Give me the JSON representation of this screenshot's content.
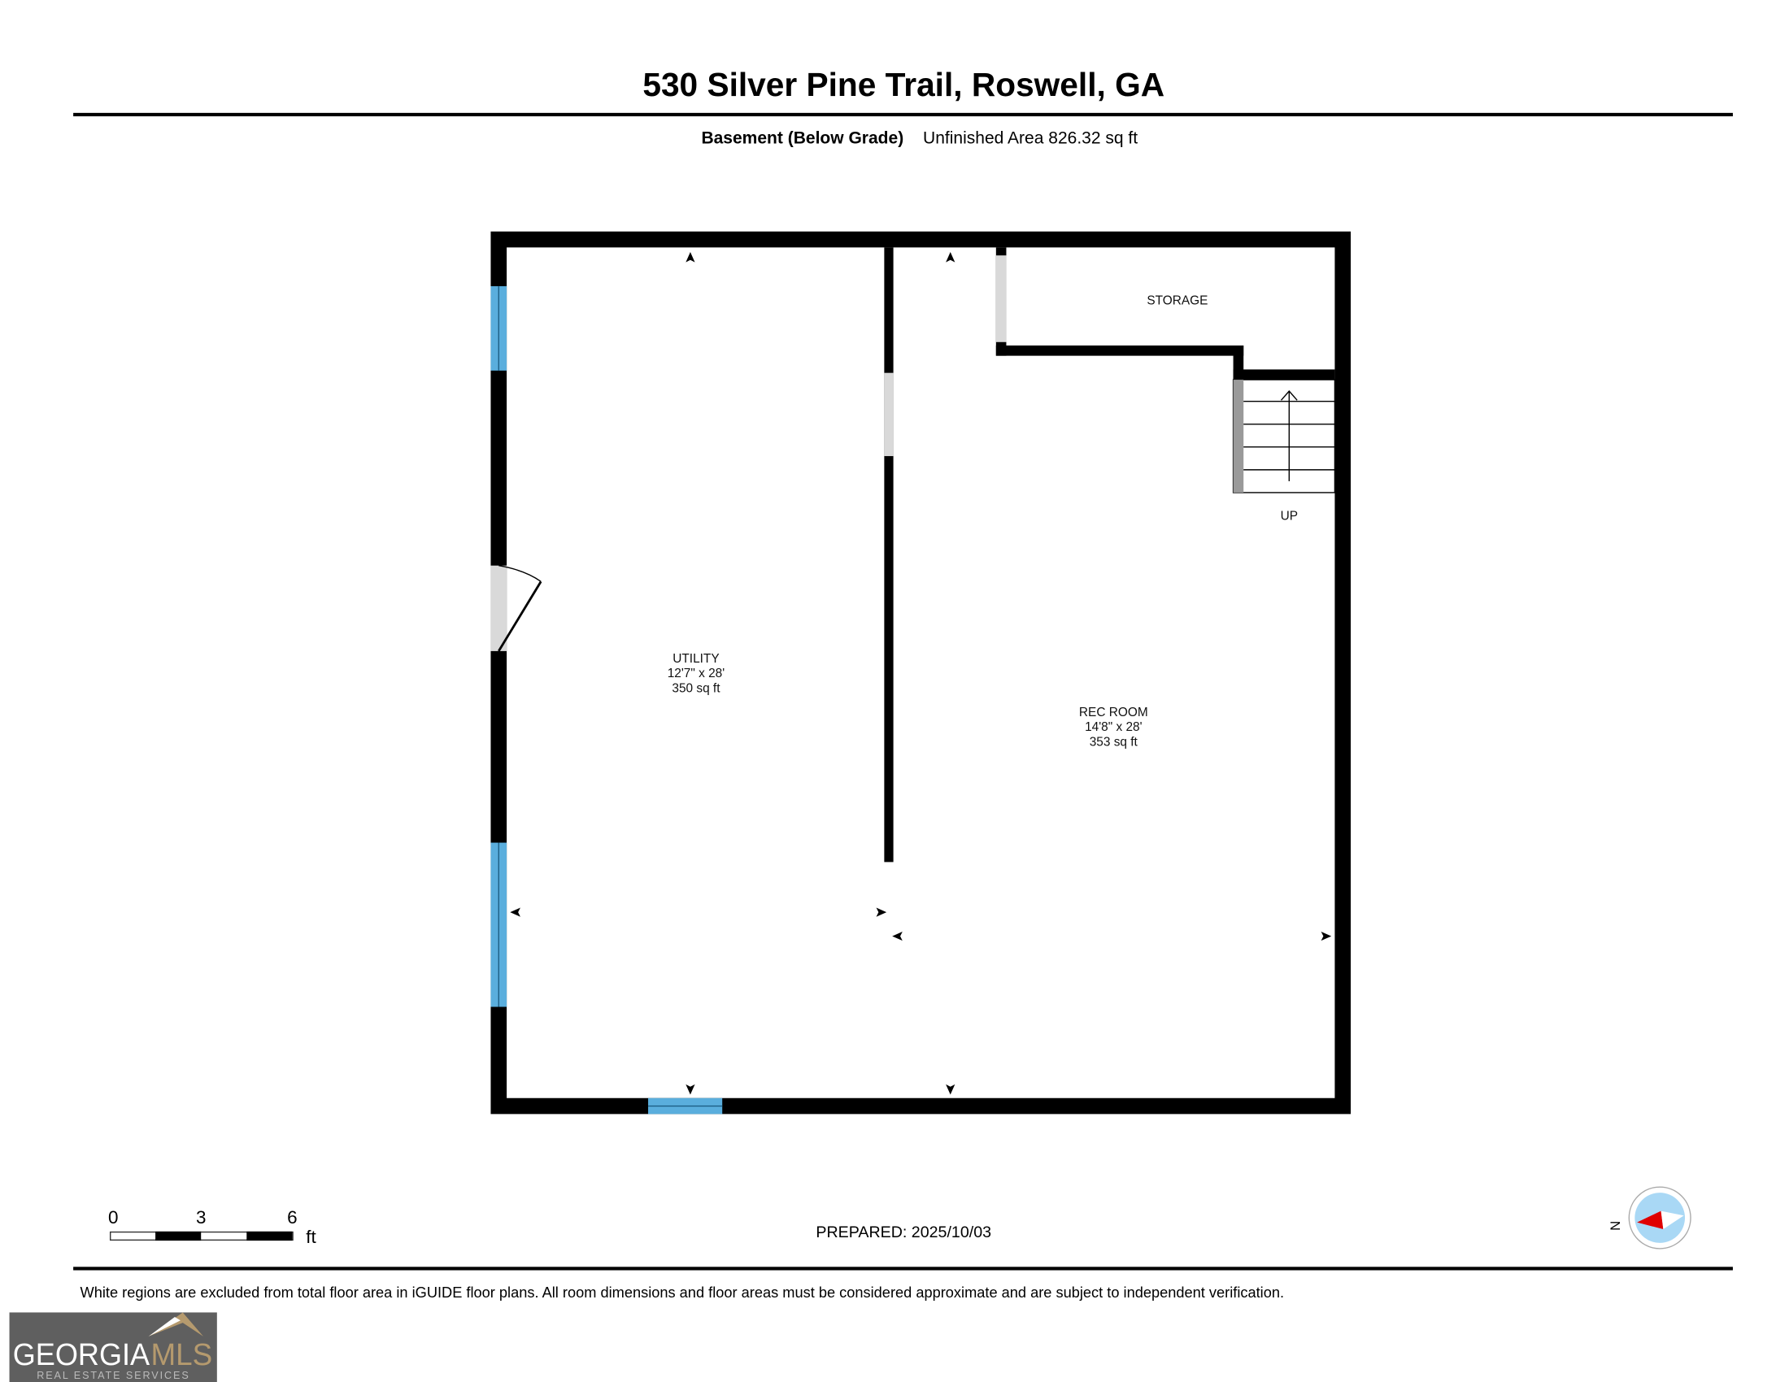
{
  "header": {
    "title": "530 Silver Pine Trail, Roswell, GA",
    "level": "Basement (Below Grade)",
    "area": "Unfinished Area 826.32 sq ft"
  },
  "rooms": {
    "storage": {
      "name": "STORAGE"
    },
    "stairs": {
      "label": "UP"
    },
    "utility": {
      "name": "UTILITY",
      "dims": "12'7\" x 28'",
      "area": "350 sq ft"
    },
    "rec_room": {
      "name": "REC ROOM",
      "dims": "14'8\" x 28'",
      "area": "353 sq ft"
    }
  },
  "scale_bar": {
    "ticks": [
      "0",
      "3",
      "6"
    ],
    "unit": "ft"
  },
  "prepared": "PREPARED: 2025/10/03",
  "compass": {
    "label": "N"
  },
  "footer": {
    "disclaimer": "White regions are excluded from total floor area in iGUIDE floor plans. All room dimensions and floor areas must be considered approximate and are subject to independent verification."
  },
  "logo": {
    "brand": "GEORGIA",
    "brand_accent": "MLS",
    "tagline": "REAL ESTATE SERVICES"
  },
  "colors": {
    "wall": "#000000",
    "window": "#5aaedd",
    "opening": "#d9d9d9",
    "logo_bg": "#5f5f5f",
    "logo_accent": "#b59a6e",
    "compass_fill": "#a9d8f5",
    "compass_needle": "#e00000"
  }
}
